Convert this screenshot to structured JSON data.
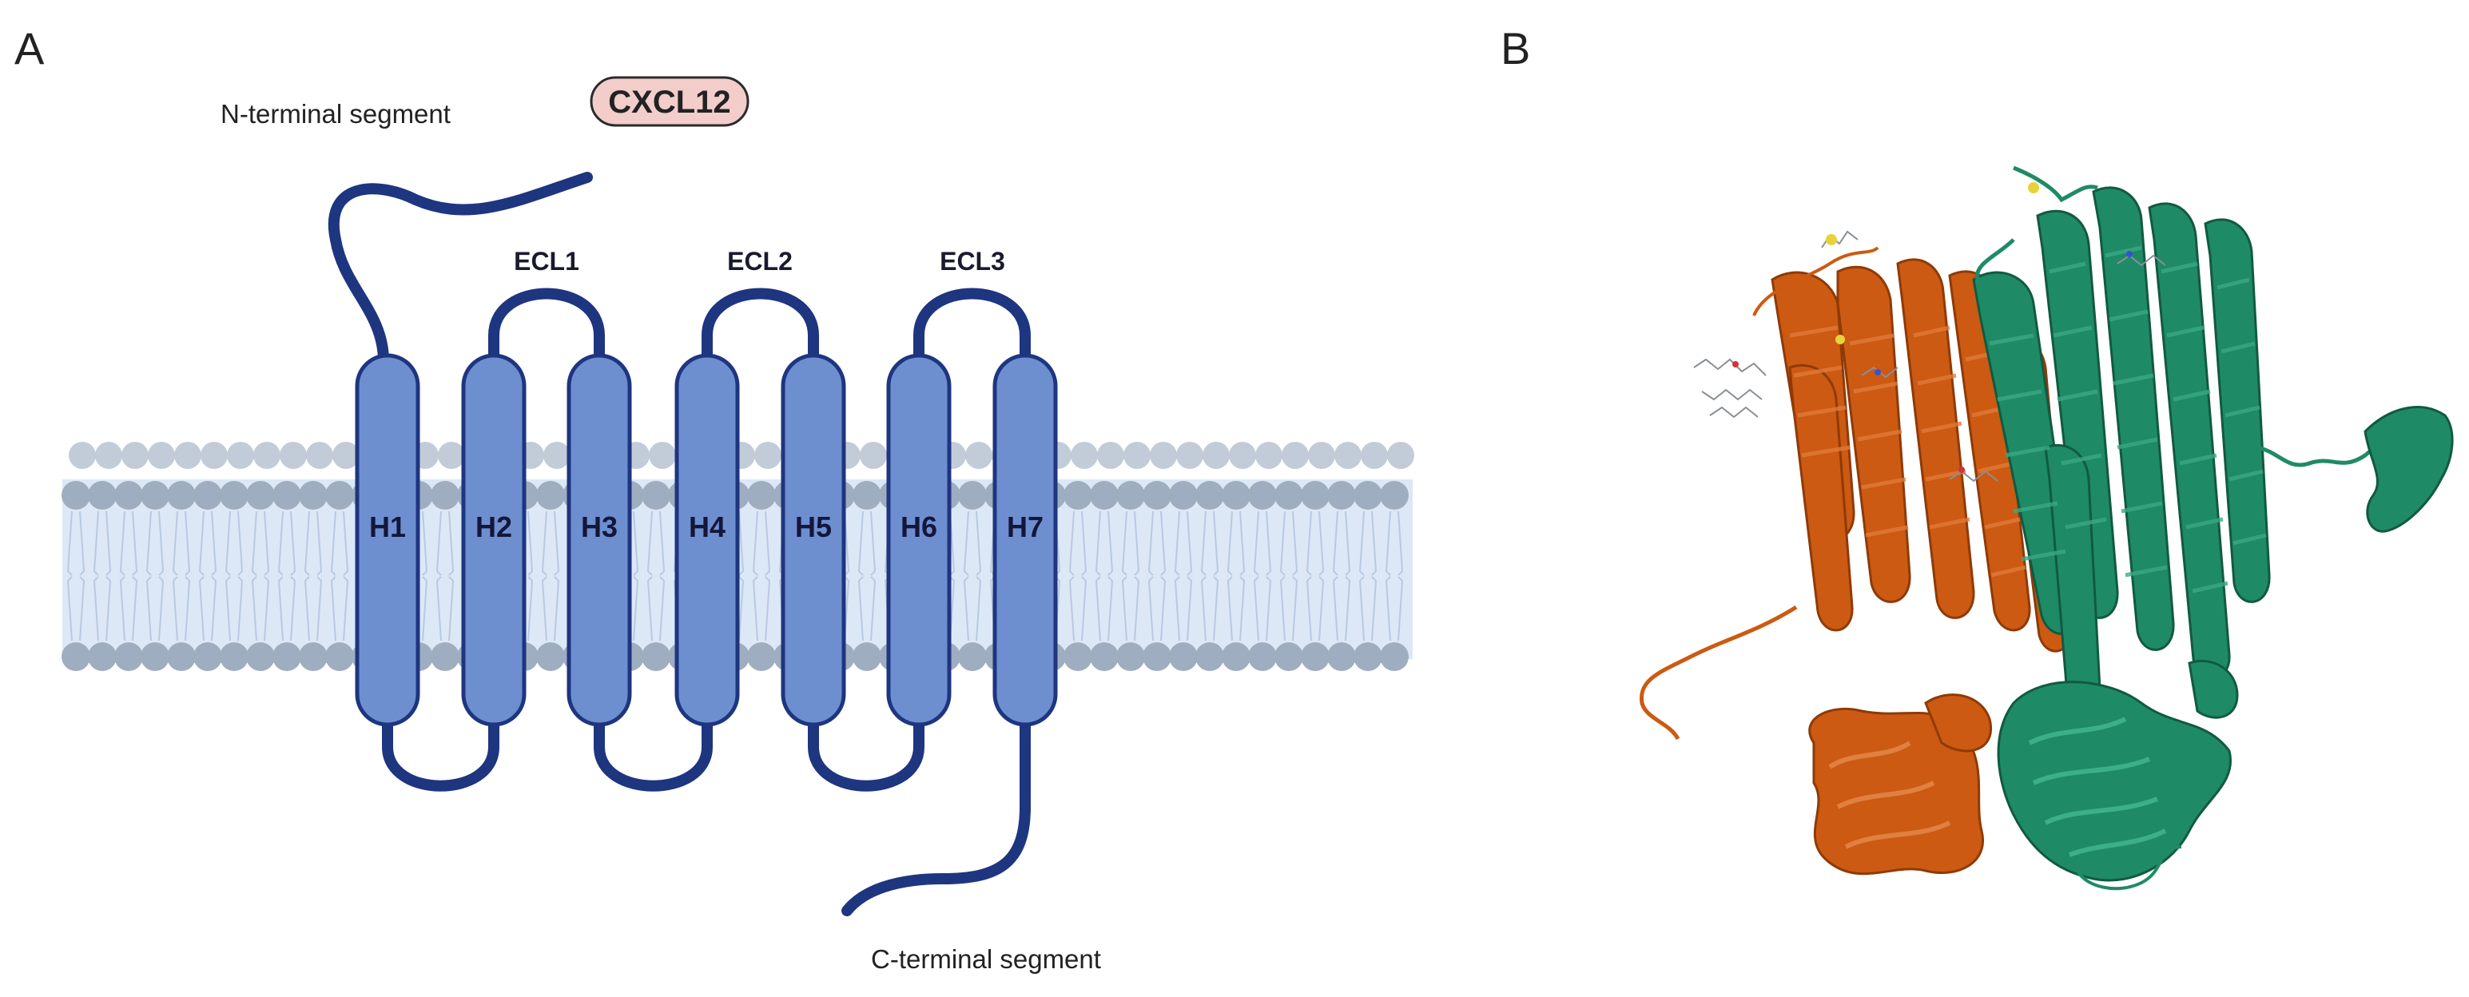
{
  "panels": {
    "a": {
      "letter": "A",
      "n_terminal_label": "N-terminal segment",
      "c_terminal_label": "C-terminal segment",
      "ligand_label": "CXCL12",
      "ecl_labels": [
        "ECL1",
        "ECL2",
        "ECL3"
      ],
      "helices": [
        "H1",
        "H2",
        "H3",
        "H4",
        "H5",
        "H6",
        "H7"
      ],
      "colors": {
        "helix_fill": "#6d8fd0",
        "loop_stroke": "#1e3580",
        "membrane_head": "#9fadc0",
        "membrane_band": "#dce8f6",
        "ligand_fill": "#f2cdca"
      }
    },
    "b": {
      "letter": "B",
      "colors": {
        "chain_1": "#cc5a12",
        "chain_2": "#1f8a66"
      }
    }
  }
}
